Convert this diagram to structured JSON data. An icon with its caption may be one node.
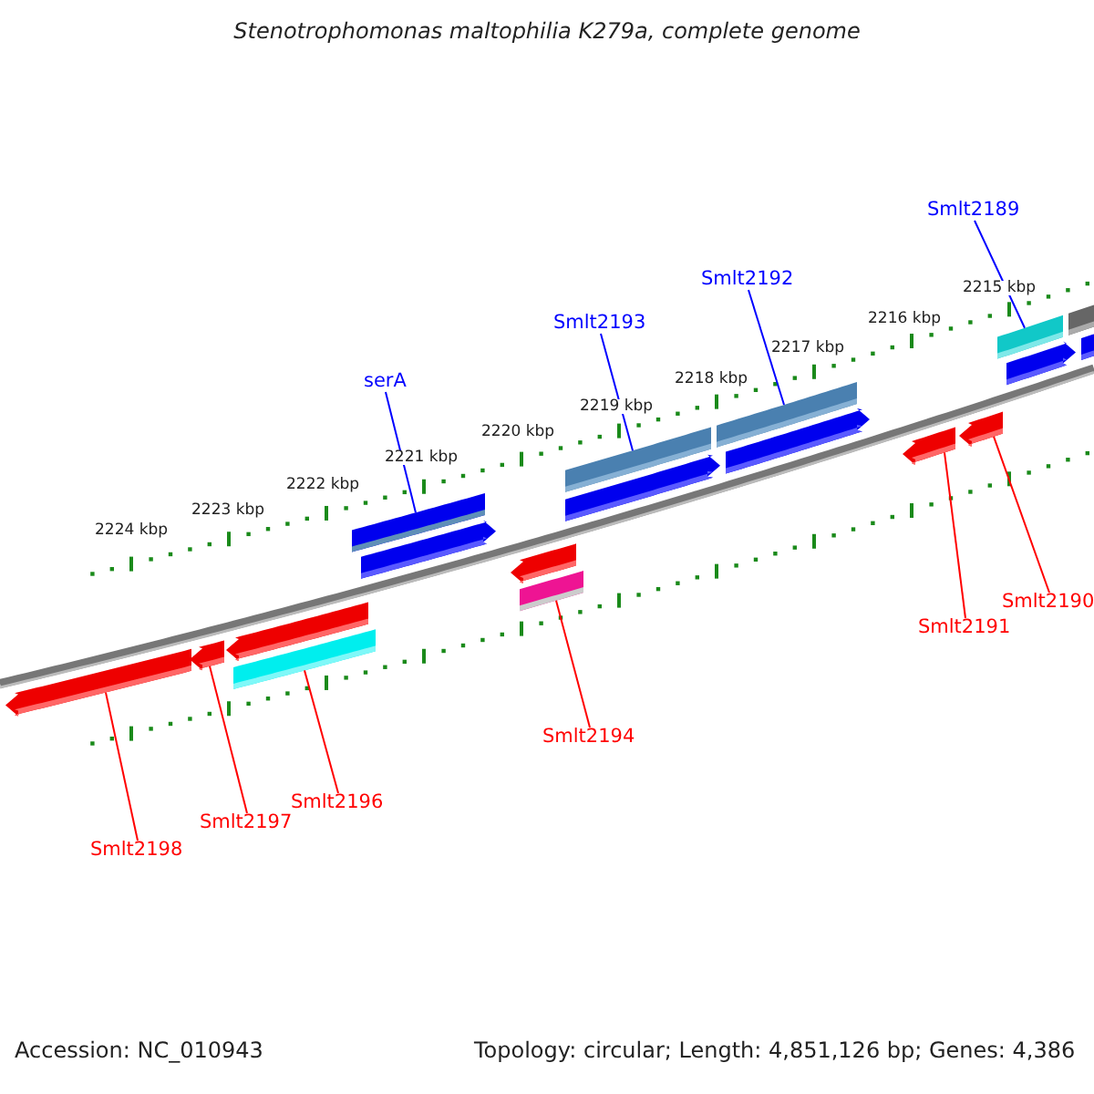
{
  "diagram": {
    "title": "Stenotrophomonas maltophilia K279a, complete genome",
    "nodes": [
      {
        "text": [
          "serA"
        ]
      },
      {
        "text": [
          "Smlt2193"
        ]
      },
      {
        "text": [
          "Smlt2192"
        ]
      },
      {
        "text": [
          "Smlt2189"
        ]
      },
      {
        "text": [
          "Smlt2198"
        ]
      },
      {
        "text": [
          "Smlt2197"
        ]
      },
      {
        "text": [
          "Smlt2196"
        ]
      },
      {
        "text": [
          "Smlt2194"
        ]
      },
      {
        "text": [
          "Smlt2191"
        ]
      },
      {
        "text": [
          "Smlt2190"
        ]
      },
      {
        "text": [],
        "shape": "bar"
      },
      {
        "text": [],
        "shape": "bar"
      },
      {
        "text": [],
        "shape": "bar"
      },
      {
        "text": [],
        "shape": "bar"
      },
      {
        "text": [],
        "shape": "bar"
      },
      {
        "text": [],
        "shape": "bar"
      },
      {
        "text": [],
        "shape": "bar"
      },
      {
        "text": [],
        "shape": "bar"
      },
      {
        "text": [],
        "shape": "bar"
      },
      {
        "text": [],
        "shape": "bar"
      }
    ],
    "edges": [
      {
        "from": 0,
        "to": 13,
        "arrow": "none",
        "color": "#0000ff"
      },
      {
        "from": 1,
        "to": 15,
        "arrow": "none",
        "color": "#0000ff"
      },
      {
        "from": 2,
        "to": 16,
        "arrow": "none",
        "color": "#0000ff"
      },
      {
        "from": 3,
        "to": 19,
        "arrow": "none",
        "color": "#0000ff"
      },
      {
        "from": 4,
        "to": 10,
        "arrow": "none",
        "color": "#ff0000"
      },
      {
        "from": 5,
        "to": 11,
        "arrow": "none",
        "color": "#ff0000"
      },
      {
        "from": 6,
        "to": 12,
        "arrow": "none",
        "color": "#ff0000"
      },
      {
        "from": 7,
        "to": 14,
        "arrow": "none",
        "color": "#ff0000"
      },
      {
        "from": 8,
        "to": 17,
        "arrow": "none",
        "color": "#ff0000"
      },
      {
        "from": 9,
        "to": 18,
        "arrow": "none",
        "color": "#ff0000"
      }
    ],
    "labels": [
      "2224 kbp",
      "2223 kbp",
      "2222 kbp",
      "2221 kbp",
      "2220 kbp",
      "2219 kbp",
      "2218 kbp",
      "2217 kbp",
      "2216 kbp",
      "2215 kbp",
      "Accession: NC_010943",
      "Topology: circular; Length: 4,851,126 bp; Genes: 4,386"
    ]
  }
}
